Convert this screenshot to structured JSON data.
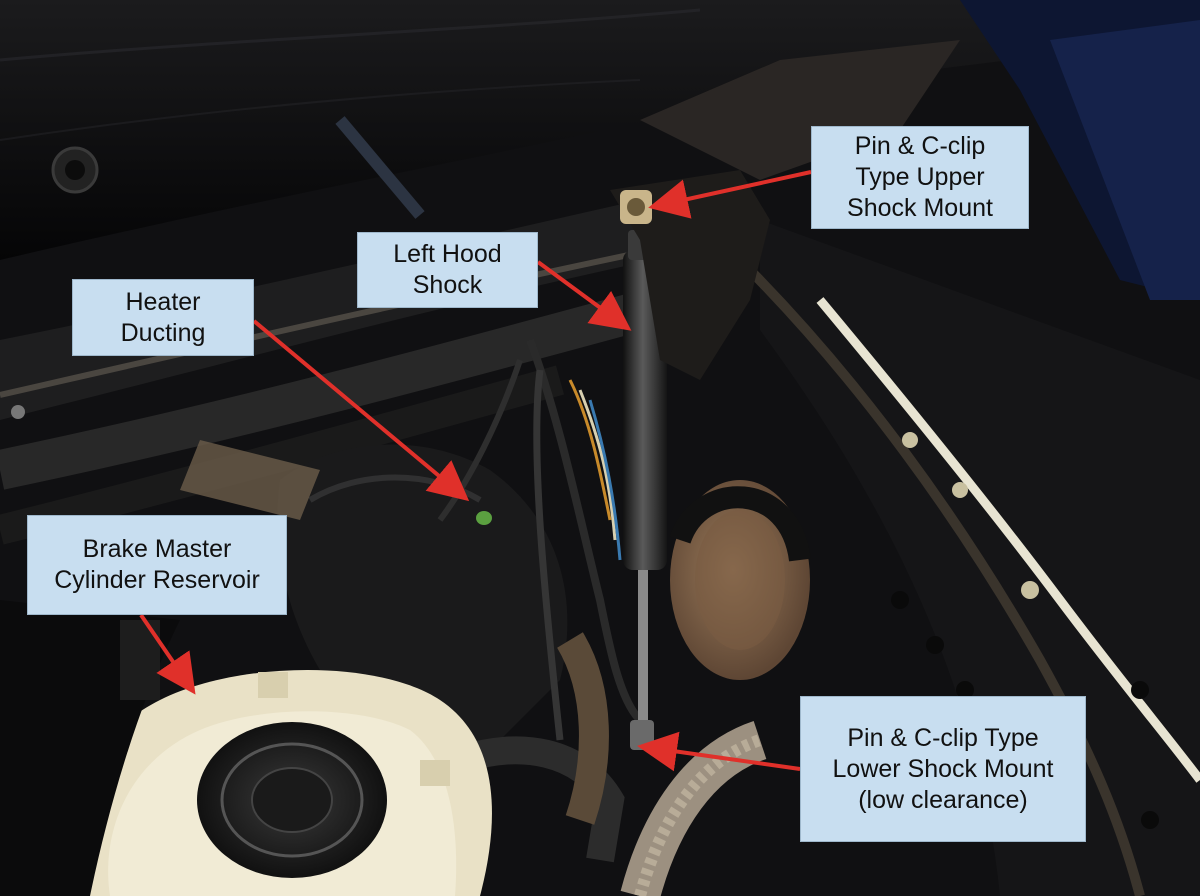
{
  "image": {
    "subject": "car-engine-bay-photo"
  },
  "callouts": {
    "upper_mount": "Pin & C-clip\nType Upper\nShock Mount",
    "left_hood_shock": "Left Hood\nShock",
    "heater_ducting": "Heater\nDucting",
    "brake_reservoir": "Brake Master\nCylinder Reservoir",
    "lower_mount": "Pin & C-clip Type\nLower Shock Mount\n(low clearance)"
  },
  "colors": {
    "callout_fill": "#c8def0",
    "arrow": "#e0302a"
  }
}
